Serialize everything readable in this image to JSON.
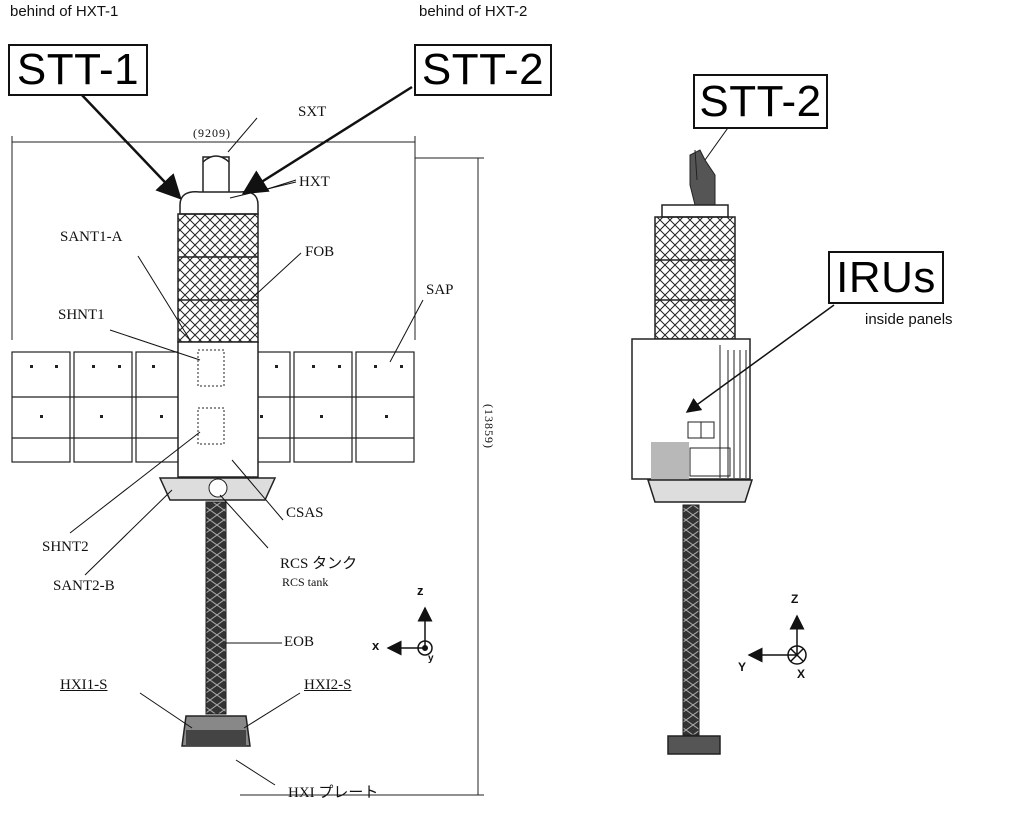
{
  "annotations": {
    "stt1": "STT-1",
    "stt2_front": "STT-2",
    "stt2_side": "STT-2",
    "irus": "IRUs",
    "behind_hxt1": "behind of HXT-1",
    "behind_hxt2": "behind of HXT-2",
    "inside_panels": "inside panels"
  },
  "front_labels": {
    "sxt": "SXT",
    "width_dim": "(9209)",
    "height_dim": "(13859)",
    "hxt": "HXT",
    "sant1a": "SANT1-A",
    "fob": "FOB",
    "sap": "SAP",
    "shnt1": "SHNT1",
    "shnt2": "SHNT2",
    "sant2b": "SANT2-B",
    "csas": "CSAS",
    "rcs_jp": "RCS タンク",
    "rcs_en": "RCS tank",
    "eob": "EOB",
    "hxi1s": "HXI1-S",
    "hxi2s": "HXI2-S",
    "hxi_plate": "HXI プレート"
  },
  "axes_front": {
    "z": "z",
    "x": "x",
    "y": "y"
  },
  "axes_side": {
    "z": "Z",
    "y": "Y",
    "x": "X"
  },
  "colors": {
    "line": "#222222",
    "panel": "#ffffff",
    "block": "#b8b8b8"
  }
}
